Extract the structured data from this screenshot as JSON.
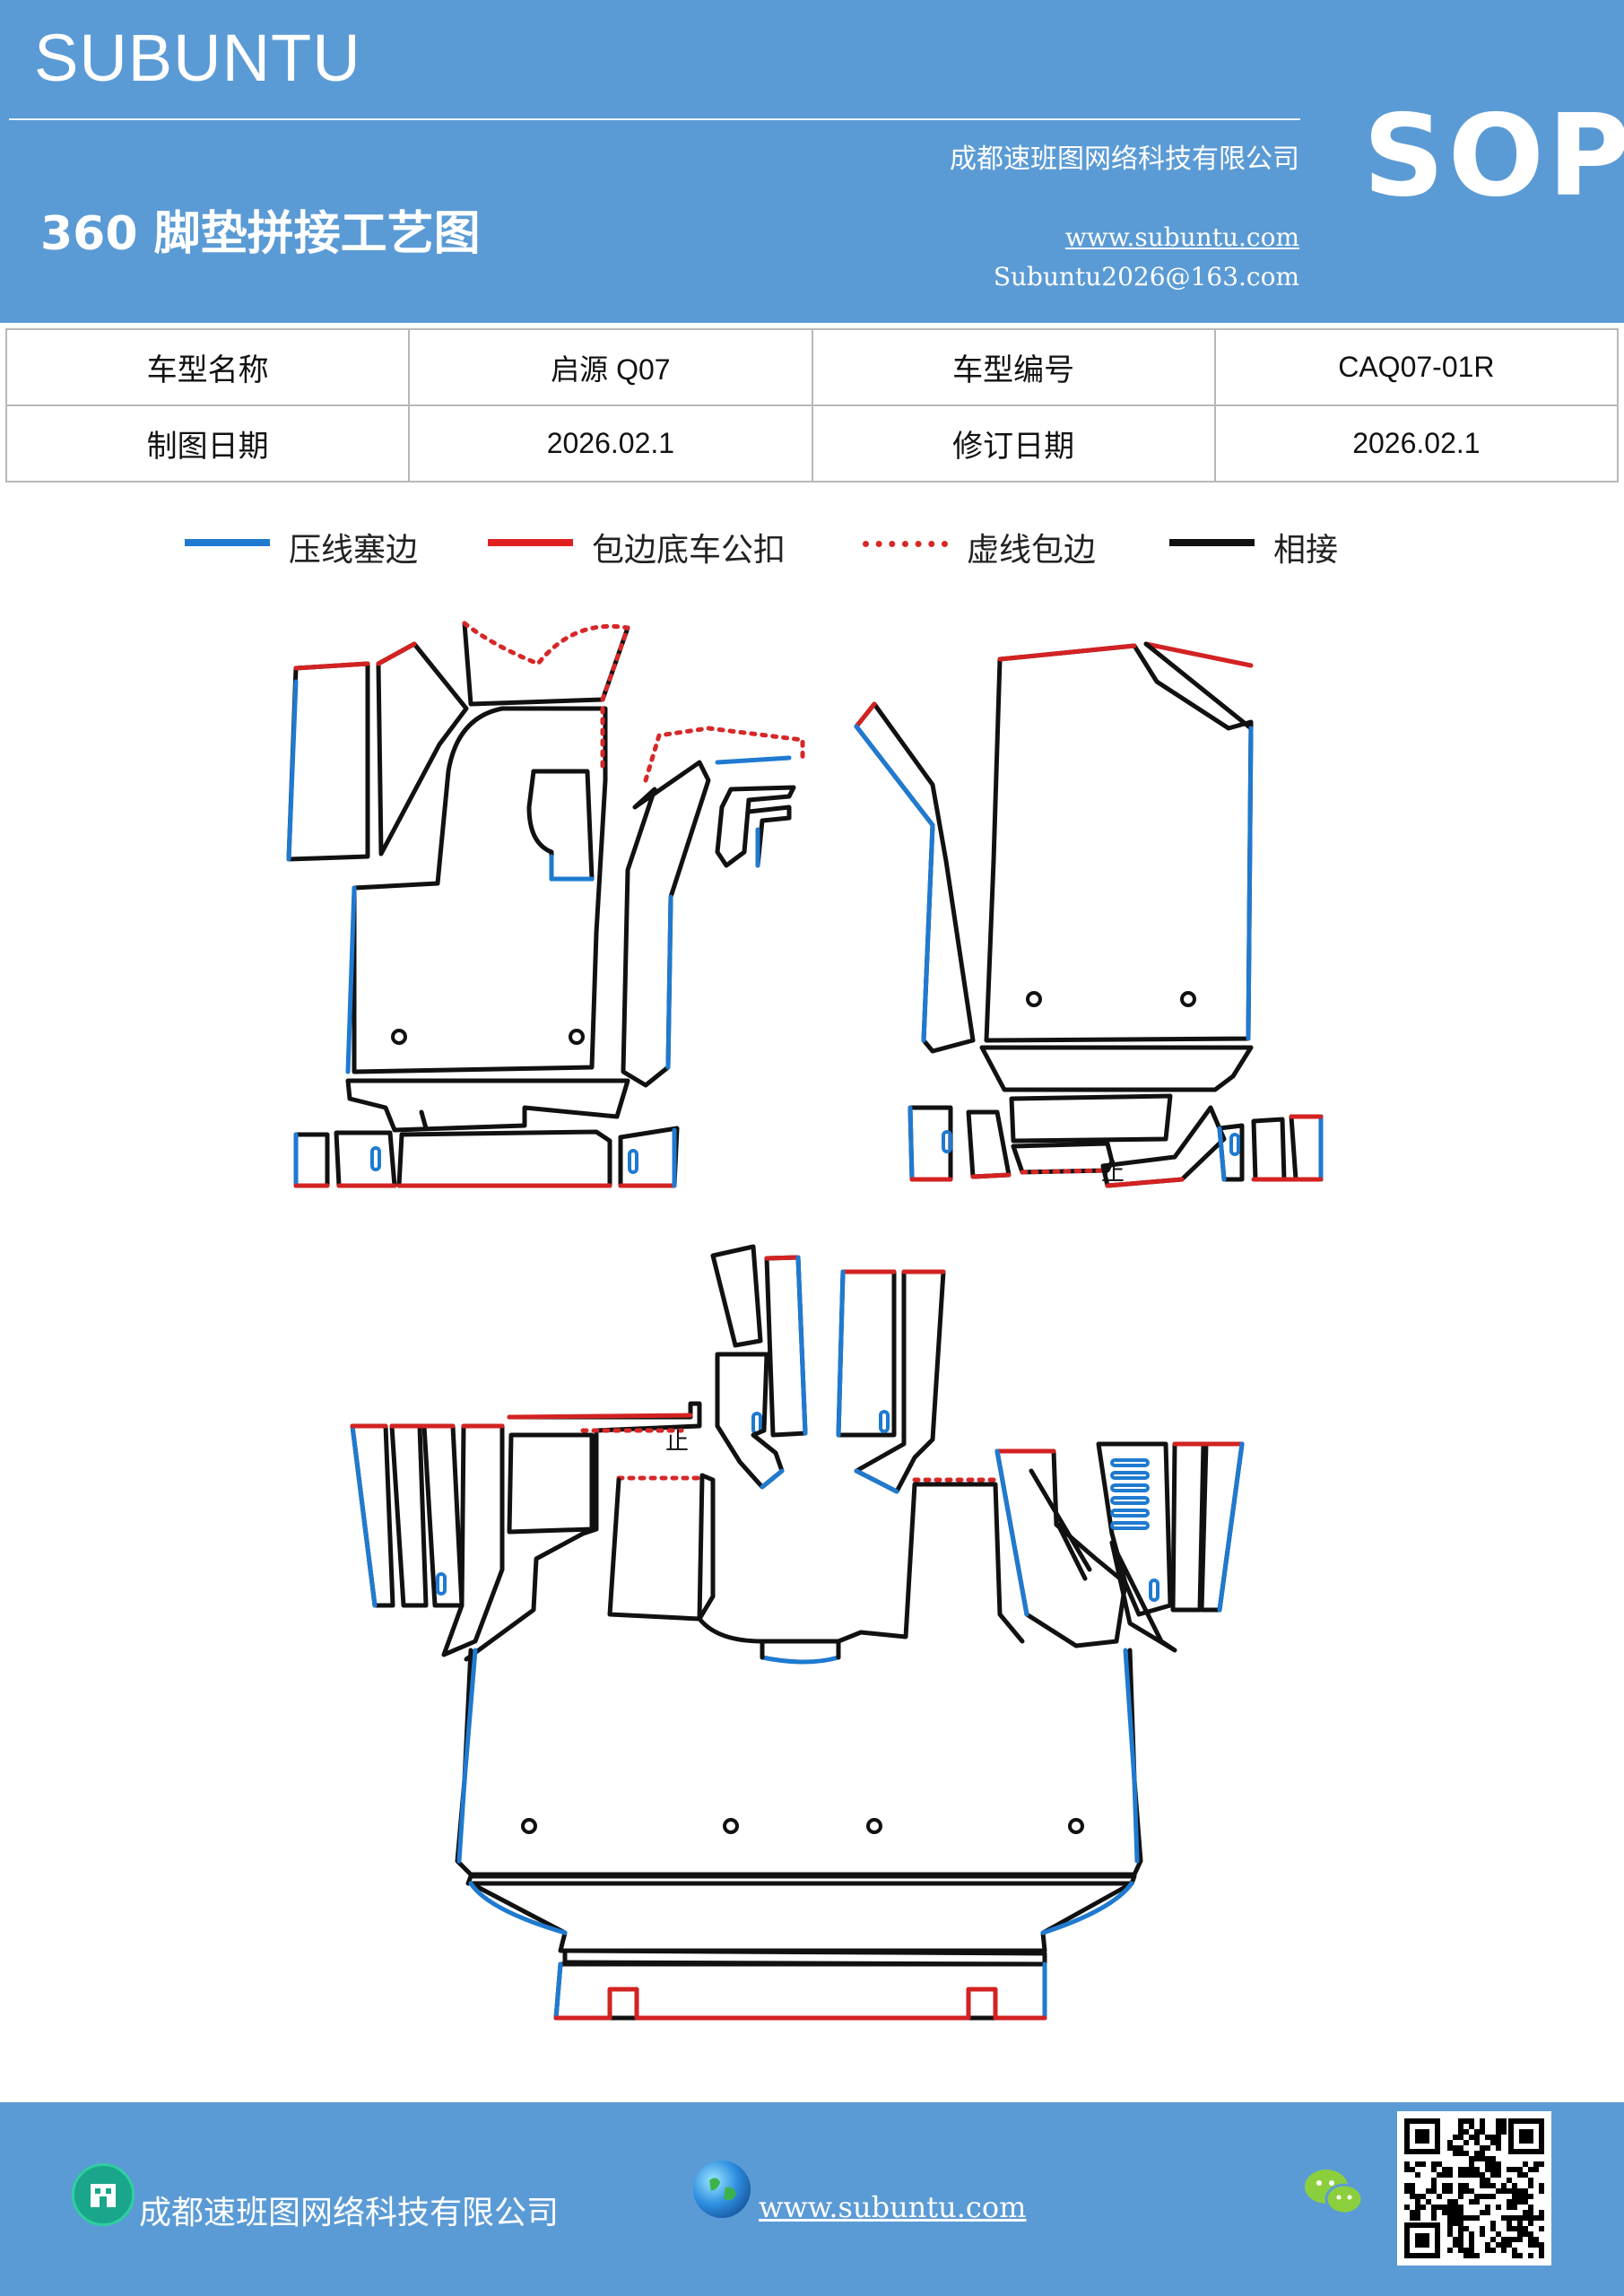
{
  "header": {
    "brand": "SUBUNTU",
    "company": "成都速班图网络科技有限公司",
    "title": "360 脚垫拼接工艺图",
    "website": "www.subuntu.com",
    "email": "Subuntu2026@163.com",
    "badge": "SOP"
  },
  "info_table": {
    "rows": [
      [
        "车型名称",
        "启源 Q07",
        "车型编号",
        "CAQ07-01R"
      ],
      [
        "制图日期",
        "2026.02.1",
        "修订日期",
        "2026.02.1"
      ]
    ]
  },
  "legend": {
    "items": [
      {
        "label": "压线塞边",
        "color": "#1f7ad0",
        "style": "solid"
      },
      {
        "label": "包边底车公扣",
        "color": "#e02020",
        "style": "solid"
      },
      {
        "label": "虚线包边",
        "color": "#d62828",
        "style": "dotted"
      },
      {
        "label": "相接",
        "color": "#111111",
        "style": "solid"
      }
    ]
  },
  "diagram": {
    "mark_label": "止"
  },
  "footer": {
    "company": "成都速班图网络科技有限公司",
    "website": "www.subuntu.com",
    "icons": [
      "building-icon",
      "globe-icon",
      "wechat-icon",
      "qr-code"
    ]
  }
}
